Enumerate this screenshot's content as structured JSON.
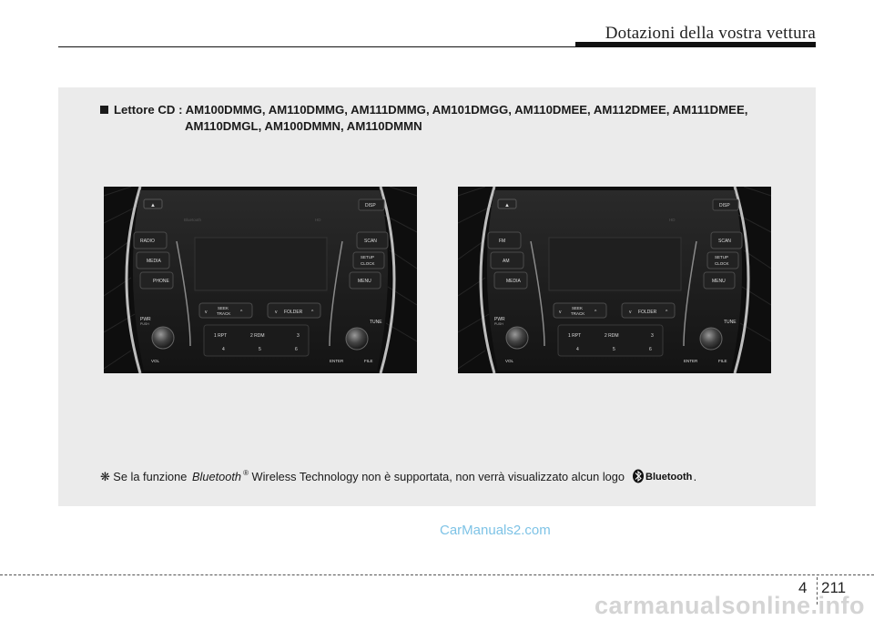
{
  "header": {
    "title": "Dotazioni della vostra vettura"
  },
  "cd_player": {
    "label": "Lettore CD :",
    "models_line1": "AM100DMMG, AM110DMMG, AM111DMMG, AM101DMGG, AM110DMEE, AM112DMEE, AM111DMEE,",
    "models_line2": "AM110DMGL, AM100DMMN, AM110DMMN"
  },
  "unit_left": {
    "buttons": [
      "RADIO",
      "MEDIA",
      "PHONE"
    ],
    "right_buttons": [
      "DISP",
      "SCAN",
      "SETUP",
      "CLOCK",
      "MENU"
    ],
    "seek_line1": "SEEK",
    "seek_line2": "TRACK",
    "folder": "FOLDER",
    "presets_row1": [
      "1 RPT",
      "2 RDM",
      "3"
    ],
    "presets_row2": [
      "4",
      "5",
      "6"
    ],
    "pwr": "PWR",
    "push": "PUSH",
    "vol": "VOL",
    "tune": "TUNE",
    "enter": "ENTER",
    "file": "FILE",
    "bt_text": "Bluetooth",
    "hd_text": "HD"
  },
  "unit_right": {
    "buttons": [
      "FM",
      "AM",
      "MEDIA"
    ],
    "right_buttons": [
      "DISP",
      "SCAN",
      "SETUP",
      "CLOCK",
      "MENU"
    ],
    "seek_line1": "SEEK",
    "seek_line2": "TRACK",
    "folder": "FOLDER",
    "presets_row1": [
      "1 RPT",
      "2 RDM",
      "3"
    ],
    "presets_row2": [
      "4",
      "5",
      "6"
    ],
    "pwr": "PWR",
    "push": "PUSH",
    "vol": "VOL",
    "tune": "TUNE",
    "enter": "ENTER",
    "file": "FILE",
    "hd_text": "HD"
  },
  "note": {
    "symbol": "❋",
    "text1": "Se la funzione",
    "bt_italic": "Bluetooth",
    "reg": "®",
    "text2": "Wireless Technology non è supportata, non verrà visualizzato alcun logo",
    "logo_text": "Bluetooth",
    "end": "."
  },
  "watermark": "CarManuals2.com",
  "footer": {
    "chapter": "4",
    "page": "211",
    "site": "carmanualsonline.info"
  }
}
